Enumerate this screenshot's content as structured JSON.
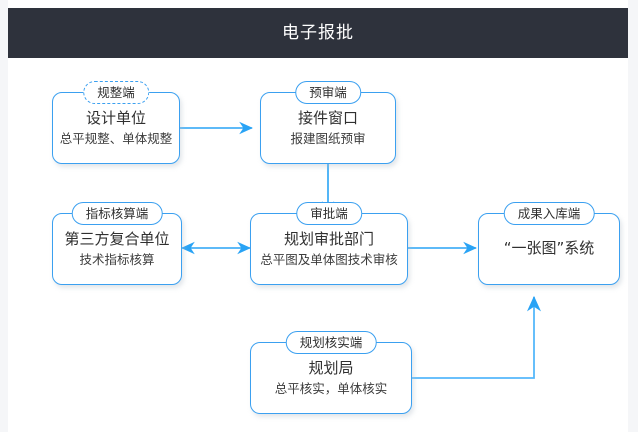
{
  "header": {
    "title": "电子报批"
  },
  "diagram": {
    "nodes": [
      {
        "id": "regulation-end",
        "tag": "规整端",
        "tag_style": "dashed",
        "line1": "设计单位",
        "line2": "总平规整、单体规整"
      },
      {
        "id": "pre-review-end",
        "tag": "预审端",
        "tag_style": "solid",
        "line1": "接件窗口",
        "line2": "报建图纸预审"
      },
      {
        "id": "index-accounting-end",
        "tag": "指标核算端",
        "tag_style": "solid",
        "line1": "第三方复合单位",
        "line2": "技术指标核算"
      },
      {
        "id": "approval-end",
        "tag": "审批端",
        "tag_style": "solid",
        "line1": "规划审批部门",
        "line2": "总平图及单体图技术审核"
      },
      {
        "id": "result-storage-end",
        "tag": "成果入库端",
        "tag_style": "solid",
        "line1": "“一张图”系统",
        "line2": ""
      },
      {
        "id": "planning-verification-end",
        "tag": "规划核实端",
        "tag_style": "solid",
        "line1": "规划局",
        "line2": "总平核实，单体核实"
      }
    ],
    "connectors": [
      {
        "id": "design-to-window",
        "from": "regulation-end",
        "to": "pre-review-end",
        "direction": "right"
      },
      {
        "id": "window-to-approval",
        "from": "pre-review-end",
        "to": "approval-end",
        "direction": "down"
      },
      {
        "id": "approval-to-accounting",
        "from": "approval-end",
        "to": "index-accounting-end",
        "direction": "both"
      },
      {
        "id": "approval-to-storage",
        "from": "approval-end",
        "to": "result-storage-end",
        "direction": "right"
      },
      {
        "id": "verification-to-storage",
        "from": "planning-verification-end",
        "to": "result-storage-end",
        "direction": "up-elbow"
      }
    ],
    "colors": {
      "header_background": "#2e323c",
      "header_text": "#ffffff",
      "node_border": "#3ba0f0",
      "connector": "#29a3f5",
      "node_text": "#303030",
      "page_background": "#f5f6f8",
      "canvas_background": "#ffffff"
    }
  }
}
